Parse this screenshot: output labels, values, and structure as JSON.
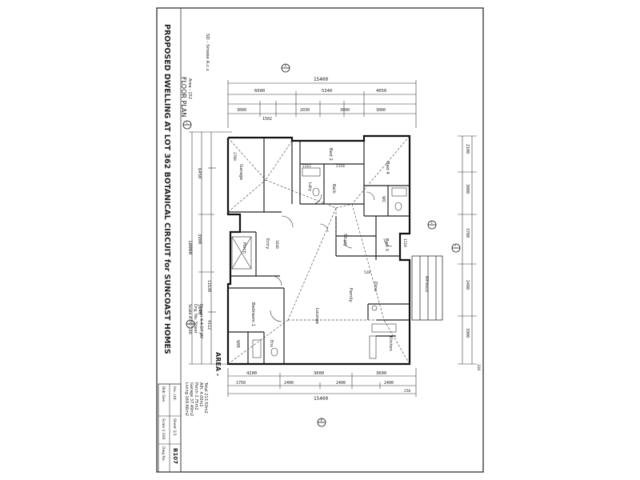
{
  "title_block": {
    "title": "PROPOSED DWELLING AT LOT 362 BOTANICAL CIRCUIT for SUNCOAST HOMES",
    "subtitle": "FLOOR PLAN",
    "area_line": "Area - 152",
    "smoke_note": "SD - Smoke A.c.s",
    "scale_notes": [
      "Scale A - 1:100",
      "Drg. No. Sheet",
      "Drawn 4-4-07 JAY"
    ],
    "area_heading": "AREA -",
    "area_lines": [
      "Living 169.66m2",
      "Garage 37.49m2",
      "Porch 2.75m2",
      "Alfr. 4.00m2",
      "Total 213.50m2"
    ],
    "box_labels": [
      "Bldr Gen",
      "Inv. Ltd.",
      "Scale 1:100",
      "Sheet 1/1",
      "Dwg No.",
      "B107"
    ]
  },
  "rooms": {
    "garage": "Garage",
    "bed2": "Bed 2",
    "bed4": "Bed 4",
    "bath": "Bath",
    "wc": "WC",
    "bed3": "Bed 3",
    "study": "Study",
    "lounge": "Lounge",
    "dine": "Dine",
    "kitchen": "Kitchen",
    "family": "Family",
    "bedroom1": "Bedroom 1",
    "ens": "Ens",
    "wir": "WIR",
    "entry": "Entry",
    "ldry": "Ldry",
    "porch": "Porch",
    "alfresco": "Alfresco"
  },
  "dimensions": {
    "overall_top": "15400",
    "overall_bottom": "15400",
    "top_row_1": [
      "6000",
      "5340",
      "4050"
    ],
    "top_row_2": [
      "3000",
      "1502",
      "2030",
      "3000",
      "3000"
    ],
    "bottom_row_1": [
      "4200",
      "3000",
      "3600"
    ],
    "bottom_row_2": [
      "1750",
      "2400",
      "2400",
      "2400"
    ],
    "left_overall": "18000",
    "left_parts": [
      "6450",
      "3900",
      "5640"
    ],
    "right_parts": [
      "2100",
      "3000",
      "3700",
      "2400",
      "3900"
    ],
    "misc": [
      "2700",
      "2118",
      "520",
      "1210",
      "2112",
      "11630",
      "4112",
      "1040",
      "320",
      "250"
    ]
  },
  "markers": {
    "north_top": "A",
    "bottom": "B",
    "left_top": "C",
    "left_bottom": "D",
    "right": "E",
    "right_lower": "F"
  }
}
